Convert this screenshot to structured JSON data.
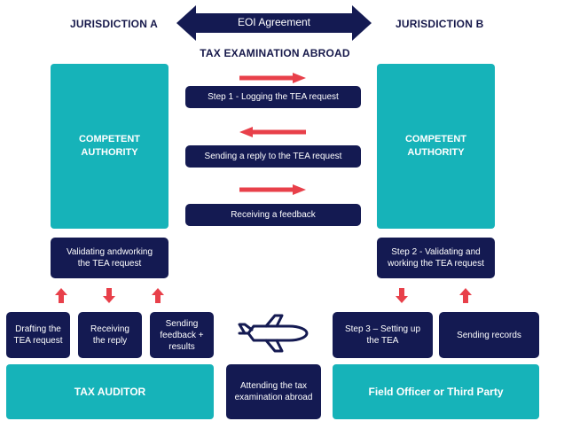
{
  "jurisdiction_a": "JURISDICTION A",
  "jurisdiction_b": "JURISDICTION B",
  "eoi_agreement": "EOI Agreement",
  "tax_examination_abroad": "TAX EXAMINATION ABROAD",
  "competent_authority_a": "COMPETENT\nAUTHORITY",
  "competent_authority_b": "COMPETENT\nAUTHORITY",
  "steps": {
    "step1": "Step 1 - Logging the TEA request",
    "reply": "Sending a reply to the TEA request",
    "feedback": "Receiving a feedback"
  },
  "left": {
    "validating": "Validating andworking\nthe TEA request",
    "drafting": "Drafting the\nTEA request",
    "receiving_reply": "Receiving\nthe reply",
    "sending_feedback": "Sending\nfeedback +\nresults",
    "tax_auditor": "TAX AUDITOR"
  },
  "right": {
    "step2": "Step 2 - Validating  and\nworking the TEA request",
    "step3": "Step 3 – Setting up\nthe TEA",
    "sending_records": "Sending records",
    "field_officer": "Field Officer or Third Party"
  },
  "center": {
    "attending": "Attending the tax\nexamination abroad",
    "plane_icon": "airplane-icon"
  },
  "colors": {
    "navy": "#141a52",
    "teal": "#16b3b9",
    "red": "#e8404a"
  }
}
